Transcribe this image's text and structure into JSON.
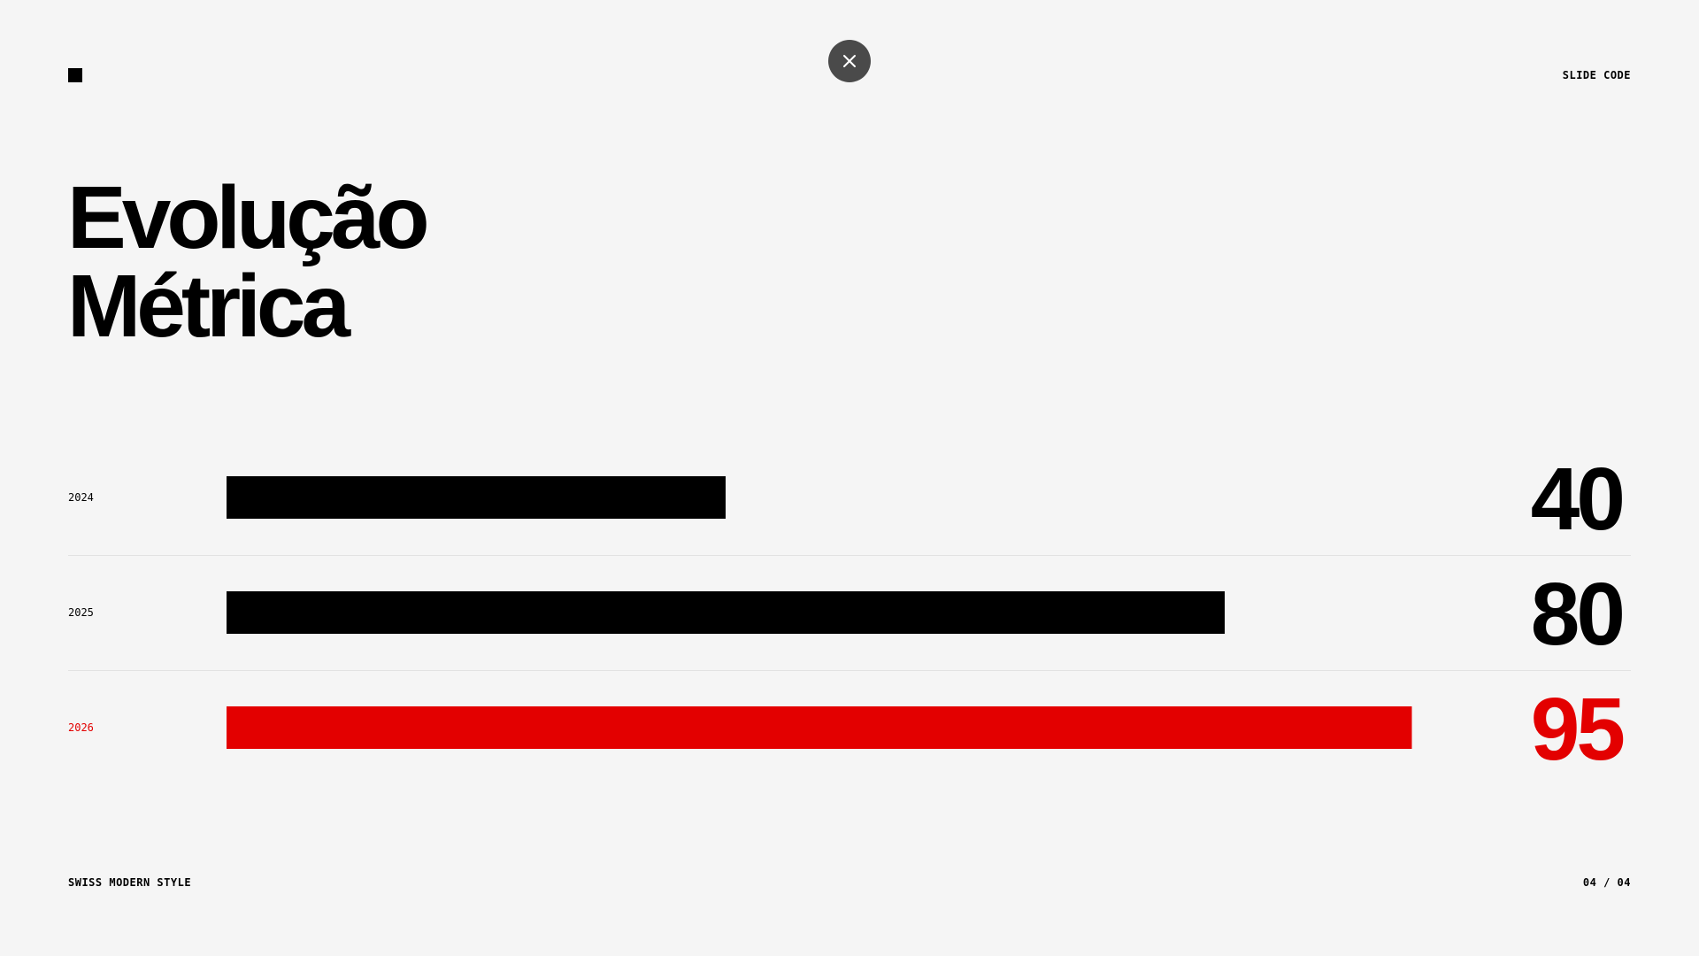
{
  "header": {
    "slide_code": "SLIDE CODE",
    "close_icon": "close-icon"
  },
  "title": {
    "line1": "Evolução",
    "line2": "Métrica"
  },
  "chart_data": {
    "type": "bar",
    "orientation": "horizontal",
    "categories": [
      "2024",
      "2025",
      "2026"
    ],
    "values": [
      40,
      80,
      95
    ],
    "colors": [
      "#000000",
      "#000000",
      "#e30000"
    ],
    "xlim": [
      0,
      100
    ],
    "grid": false
  },
  "footer": {
    "style_label": "SWISS MODERN STYLE",
    "page_indicator": "04 / 04"
  },
  "colors": {
    "background": "#f5f5f5",
    "text": "#000000",
    "accent": "#e30000",
    "close_button": "#4a4a4a",
    "divider": "#e2e2e2"
  }
}
